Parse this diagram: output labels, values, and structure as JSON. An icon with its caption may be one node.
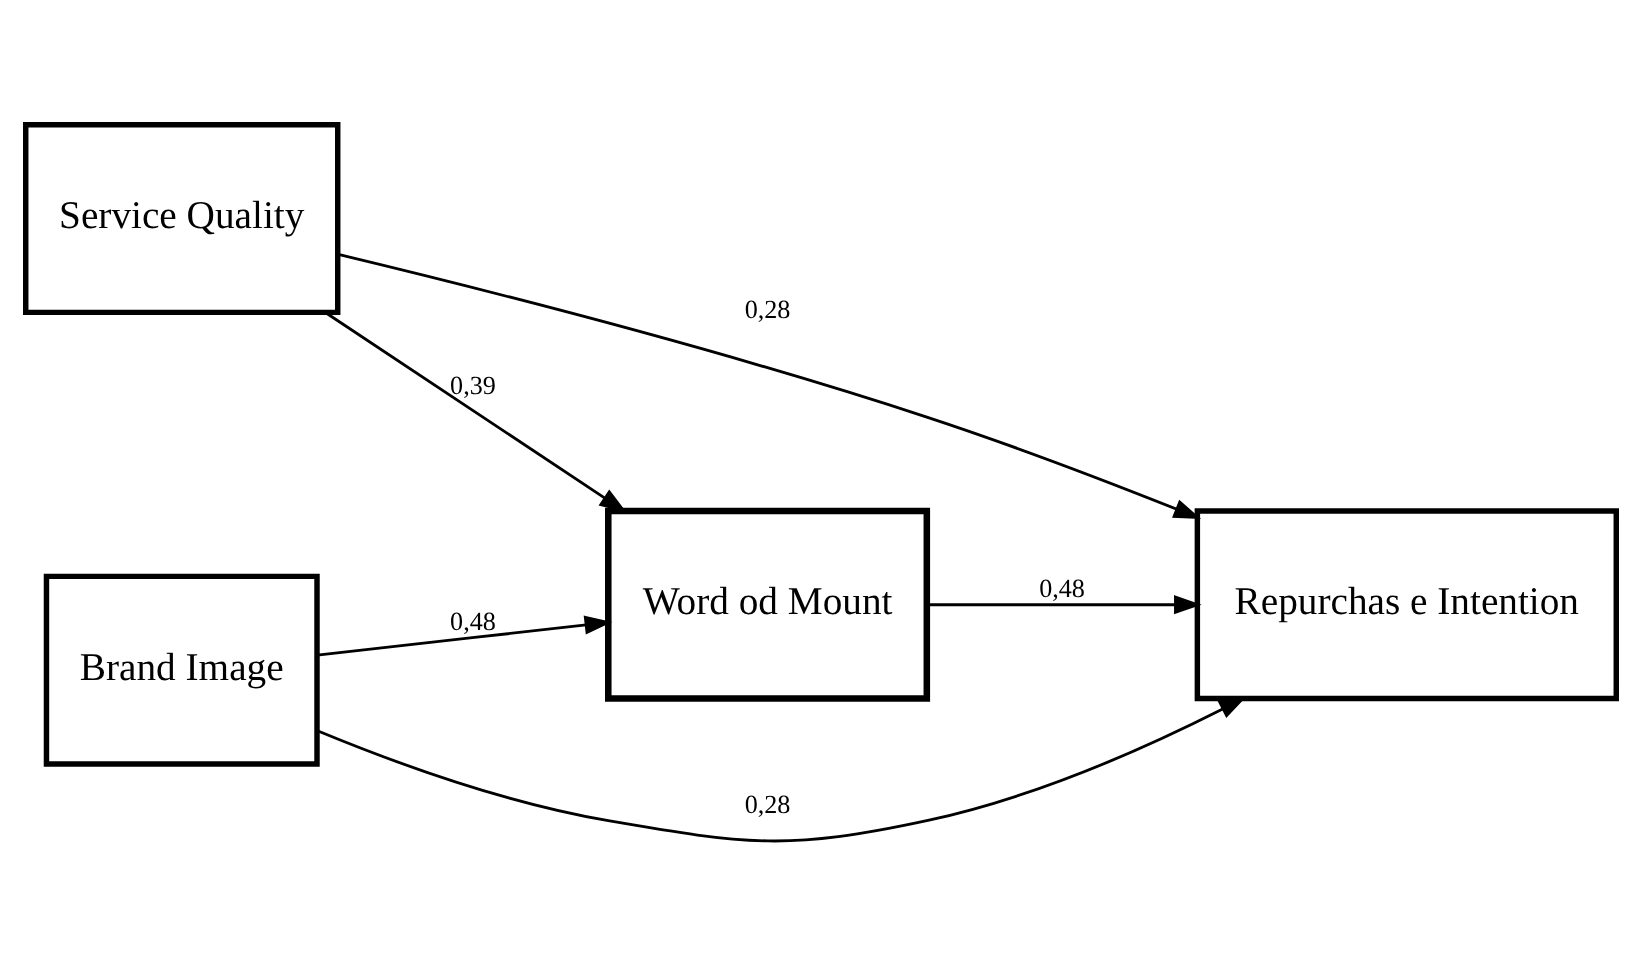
{
  "diagram": {
    "nodes": [
      {
        "text": [
          "Service Quality"
        ]
      },
      {
        "text": [
          "Brand Image"
        ]
      },
      {
        "text": [
          "Word od Mount"
        ]
      },
      {
        "text": [
          "Repurchas e Intention"
        ]
      }
    ],
    "edges": [
      {
        "from": 0,
        "to": 3,
        "arrow": "to",
        "label": "0,28"
      },
      {
        "from": 0,
        "to": 2,
        "arrow": "to",
        "label": "0,39"
      },
      {
        "from": 1,
        "to": 2,
        "arrow": "to",
        "label": "0,48"
      },
      {
        "from": 2,
        "to": 3,
        "arrow": "to",
        "label": "0,48"
      },
      {
        "from": 1,
        "to": 3,
        "arrow": "to",
        "label": "0,28"
      }
    ]
  }
}
